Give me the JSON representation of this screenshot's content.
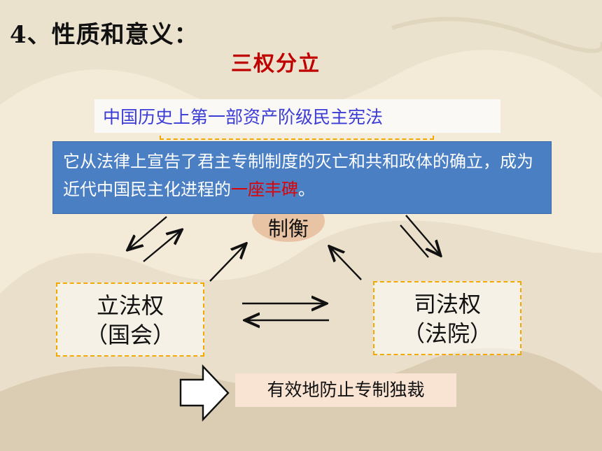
{
  "slide": {
    "heading": "4、性质和意义：",
    "subtitle": "三权分立",
    "banner_top": "中国历史上第一部资产阶级民主宪法",
    "banner_main_prefix": "它从法律上宣告了君主专制制度的灭亡和共和政体的确立，成为近代中国民主化进程的",
    "banner_main_highlight": "一座丰碑",
    "banner_main_suffix": "。",
    "center": "制衡",
    "legislative": {
      "name": "立法权",
      "body": "（国会）"
    },
    "judicial": {
      "name": "司法权",
      "body": "（法院）"
    },
    "result": "有效地防止专制独裁"
  },
  "colors": {
    "subtitle": "#c00000",
    "banner_top_text": "#3b3bd6",
    "banner_main_bg": "#4a7fc4",
    "highlight": "#e00000",
    "dash_border": "#f2a900",
    "center_oval": "#e9c4a4",
    "result_bg": "#f9e4d4"
  }
}
